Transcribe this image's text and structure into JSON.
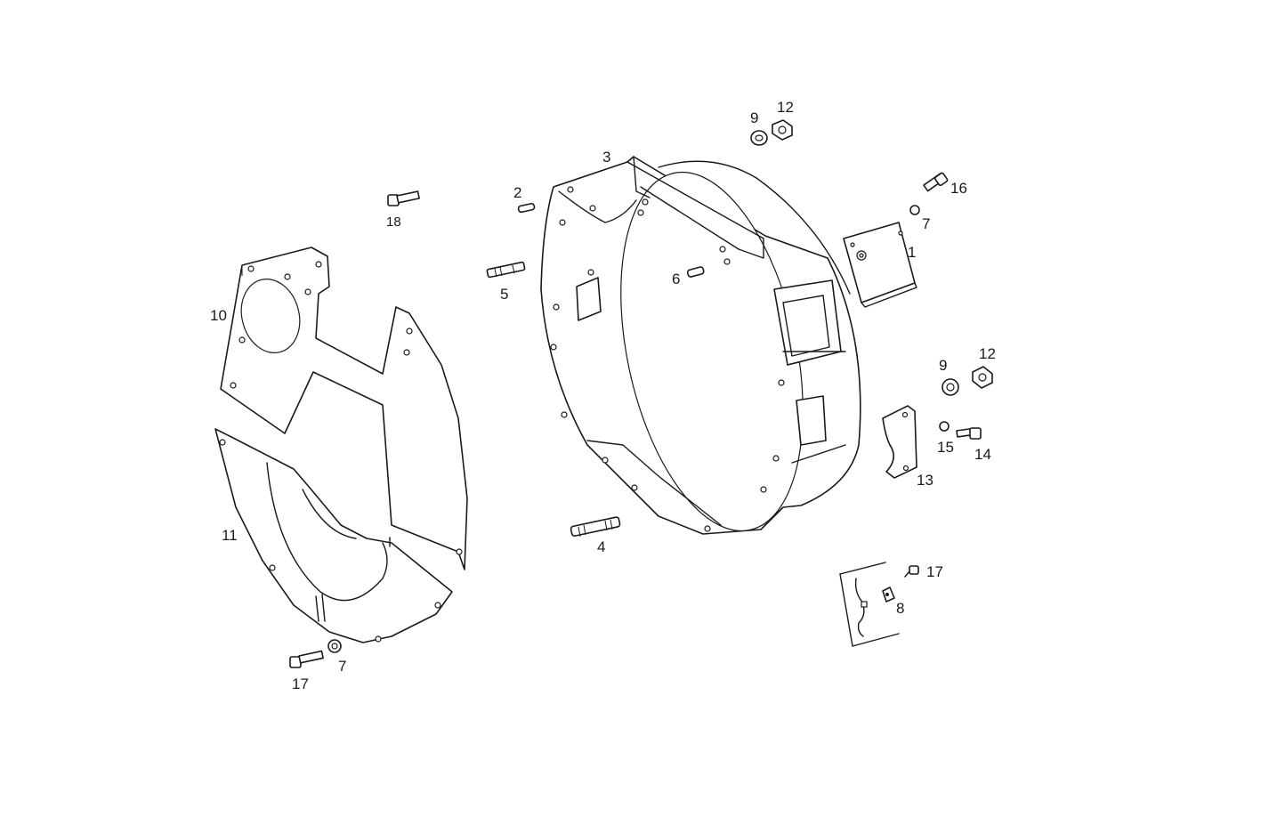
{
  "diagram": {
    "labels": {
      "p1": "1",
      "p2": "2",
      "p3": "3",
      "p4": "4",
      "p5": "5",
      "p6": "6",
      "p7a": "7",
      "p7b": "7",
      "p8": "8",
      "p9a": "9",
      "p9b": "9",
      "p10": "10",
      "p11": "11",
      "p12a": "12",
      "p12b": "12",
      "p13": "13",
      "p14": "14",
      "p15": "15",
      "p16": "16",
      "p17a": "17",
      "p17b": "17",
      "p18": "18"
    },
    "colors": {
      "ink": "#1a1a1a",
      "background": "#ffffff"
    }
  }
}
